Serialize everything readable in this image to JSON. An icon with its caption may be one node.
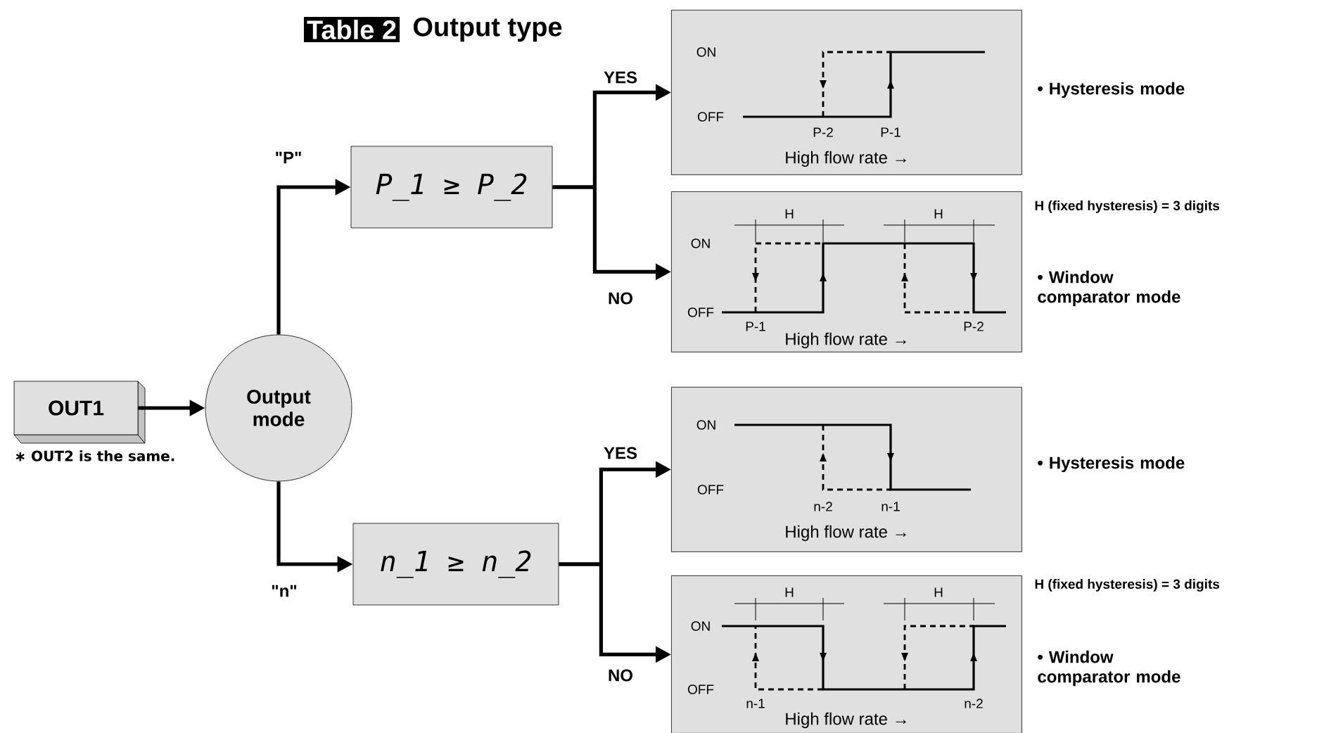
{
  "diagram": {
    "title": "Output type",
    "nodes": [
      {
        "text": [
          "OUT1"
        ]
      },
      {
        "text": [
          "Output mode"
        ]
      },
      {
        "text": [
          "P_1 ≥ P_2"
        ]
      },
      {
        "text": [
          "n_1 ≥ n_2"
        ]
      },
      {
        "text": [
          "ON",
          "OFF",
          "P-2",
          "P-1",
          "High flow rate →"
        ],
        "beside": [
          "• Hysteresis mode"
        ]
      },
      {
        "text": [
          "H",
          "H",
          "ON",
          "OFF",
          "P-1",
          "P-2",
          "High flow rate →"
        ],
        "beside": [
          "H (fixed hysteresis) = 3 digits",
          "• Window comparator mode"
        ]
      },
      {
        "text": [
          "ON",
          "OFF",
          "n-2",
          "n-1",
          "High flow rate →"
        ],
        "beside": [
          "• Hysteresis mode"
        ]
      },
      {
        "text": [
          "H",
          "H",
          "ON",
          "OFF",
          "n-1",
          "n-2",
          "High flow rate →"
        ],
        "beside": [
          "H (fixed hysteresis) = 3 digits",
          "• Window comparator mode"
        ]
      }
    ],
    "edges": [
      {
        "from": 0,
        "to": 1,
        "arrow": "to"
      },
      {
        "from": 1,
        "to": 2,
        "arrow": "to",
        "label": "\"P\""
      },
      {
        "from": 1,
        "to": 3,
        "arrow": "to",
        "label": "\"n\""
      },
      {
        "from": 2,
        "to": 4,
        "arrow": "to",
        "label": "YES"
      },
      {
        "from": 2,
        "to": 5,
        "arrow": "to",
        "label": "NO"
      },
      {
        "from": 3,
        "to": 6,
        "arrow": "to",
        "label": "YES"
      },
      {
        "from": 3,
        "to": 7,
        "arrow": "to",
        "label": "NO"
      }
    ],
    "labels": [
      "Table 2",
      "∗ OUT2 is the same."
    ]
  }
}
